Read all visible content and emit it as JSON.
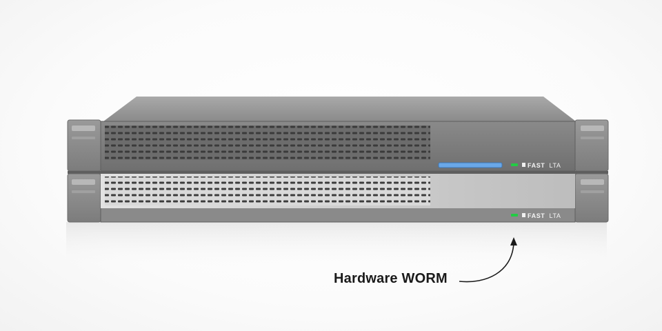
{
  "product": {
    "units": [
      {
        "brand_bold": "FAST",
        "brand_light": "LTA",
        "status_led": "on"
      },
      {
        "brand_bold": "FAST",
        "brand_light": "LTA",
        "status_led": "on"
      }
    ]
  },
  "annotation": {
    "label": "Hardware WORM",
    "target": "lower-unit"
  },
  "colors": {
    "chassis": "#8e8e8e",
    "bezel_upper": "#7f7f7f",
    "bezel_lower": "#d6d6d6",
    "led": "#22cc44",
    "indicator_bar": "#6aa8e8",
    "text": "#1a1a1a"
  }
}
